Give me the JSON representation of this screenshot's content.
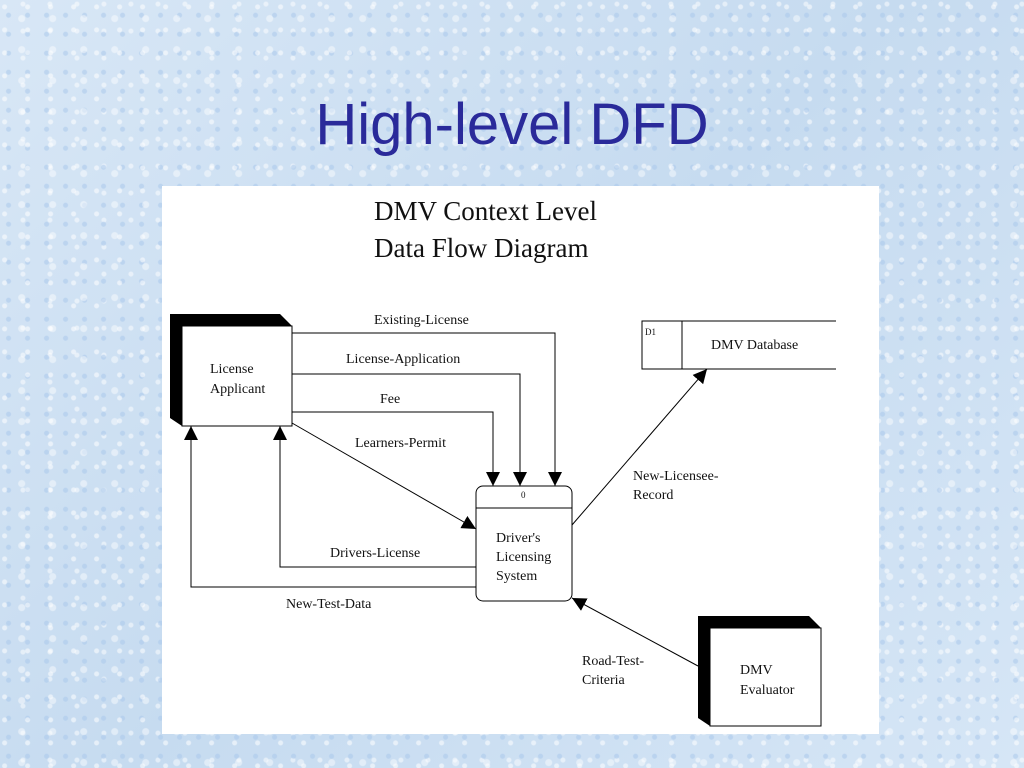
{
  "slide": {
    "title": "High-level DFD"
  },
  "diagram": {
    "title_line1": "DMV Context Level",
    "title_line2": "Data Flow Diagram",
    "entities": {
      "license_applicant": {
        "line1": "License",
        "line2": "Applicant"
      },
      "dmv_evaluator": {
        "line1": "DMV",
        "line2": "Evaluator"
      }
    },
    "process": {
      "number": "0",
      "line1": "Driver's",
      "line2": "Licensing",
      "line3": "System"
    },
    "datastore": {
      "id": "D1",
      "name": "DMV Database"
    },
    "flows": {
      "existing_license": "Existing-License",
      "license_application": "License-Application",
      "fee": "Fee",
      "learners_permit": "Learners-Permit",
      "drivers_license": "Drivers-License",
      "new_test_data": "New-Test-Data",
      "new_licensee_record_1": "New-Licensee-",
      "new_licensee_record_2": "Record",
      "road_test_criteria_1": "Road-Test-",
      "road_test_criteria_2": "Criteria"
    }
  }
}
